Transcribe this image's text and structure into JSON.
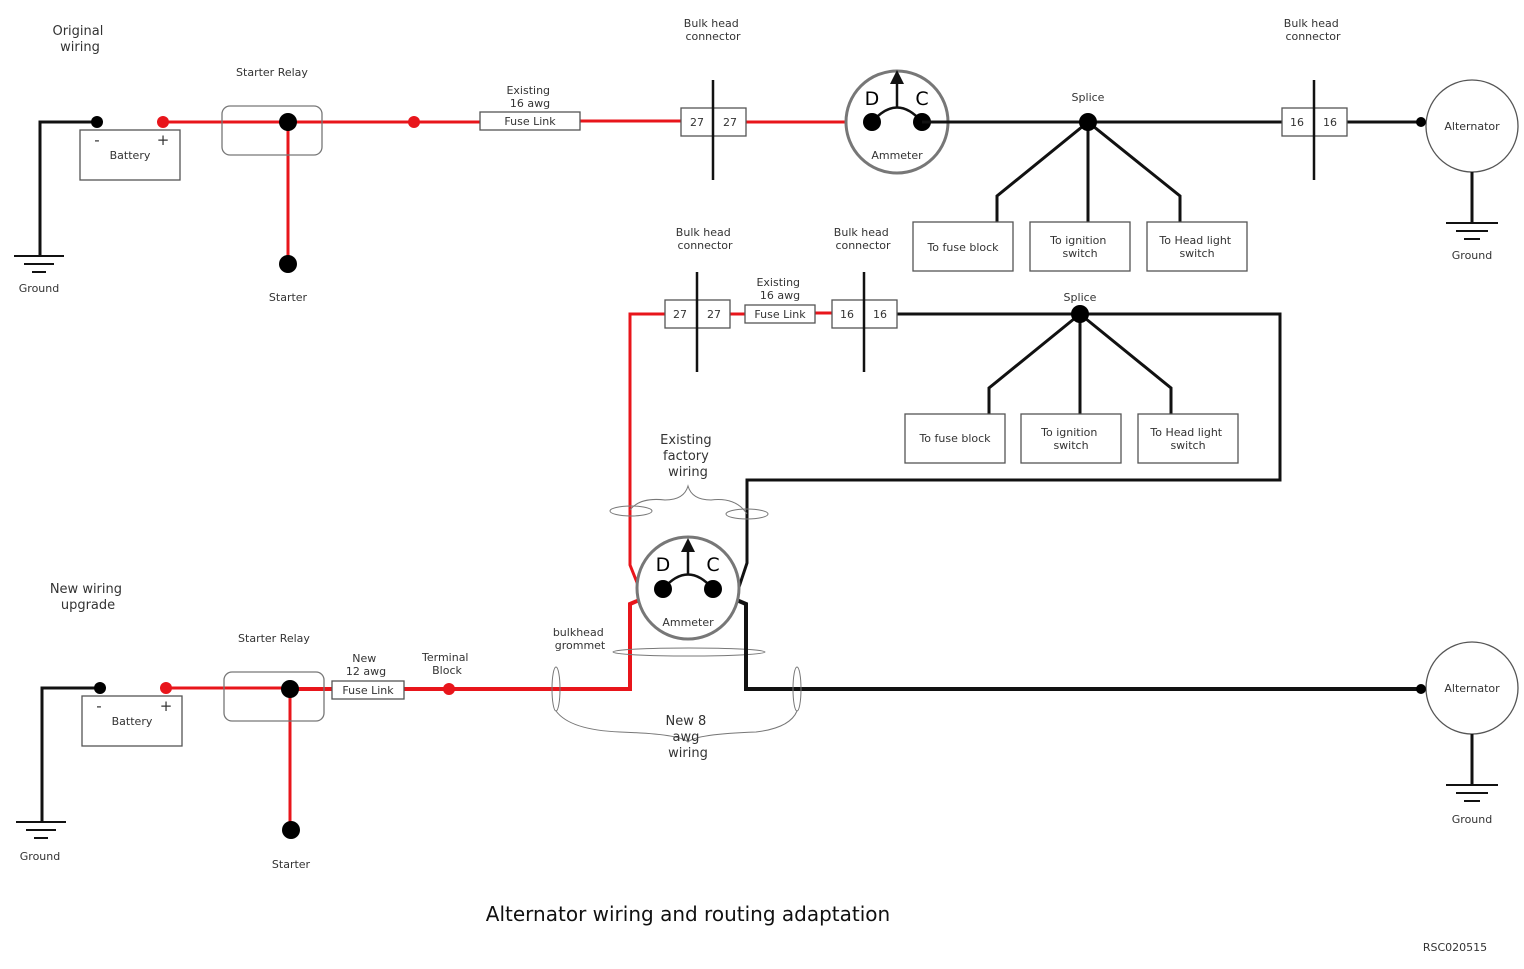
{
  "title": "Alternator wiring and routing adaptation",
  "doc_id": "RSC020515",
  "original": {
    "section_label": [
      "Original",
      "wiring"
    ],
    "battery": {
      "label": "Battery",
      "minus": "-",
      "plus": "+"
    },
    "ground_left": "Ground",
    "starter_relay": "Starter Relay",
    "starter": "Starter",
    "fuse_caption": [
      "Existing",
      "16 awg"
    ],
    "fuse_link": "Fuse Link",
    "bulkhead_1": {
      "caption": [
        "Bulk head",
        "connector"
      ],
      "left": "27",
      "right": "27"
    },
    "ammeter": {
      "d": "D",
      "c": "C",
      "label": "Ammeter"
    },
    "splice": "Splice",
    "bulkhead_2": {
      "caption": [
        "Bulk head",
        "connector"
      ],
      "left": "16",
      "right": "16"
    },
    "alternator": "Alternator",
    "ground_right": "Ground",
    "destinations": [
      [
        "To fuse block"
      ],
      [
        "To ignition",
        "switch"
      ],
      [
        "To Head light",
        "switch"
      ]
    ]
  },
  "upgrade": {
    "bulkhead_1": {
      "caption": [
        "Bulk head",
        "connector"
      ],
      "left": "27",
      "right": "27"
    },
    "fuse_caption": [
      "Existing",
      "16 awg"
    ],
    "fuse_link": "Fuse Link",
    "bulkhead_2": {
      "caption": [
        "Bulk head",
        "connector"
      ],
      "left": "16",
      "right": "16"
    },
    "splice": "Splice",
    "destinations": [
      [
        "To fuse block"
      ],
      [
        "To ignition",
        "switch"
      ],
      [
        "To Head light",
        "switch"
      ]
    ],
    "factory_note": [
      "Existing",
      "factory",
      "wiring"
    ],
    "section_label": [
      "New wiring",
      "upgrade"
    ],
    "ammeter": {
      "d": "D",
      "c": "C",
      "label": "Ammeter"
    },
    "bulkhead_grommet": [
      "bulkhead",
      "grommet"
    ],
    "starter_relay": "Starter Relay",
    "new_fuse_caption": [
      "New",
      "12 awg"
    ],
    "new_fuse_link": "Fuse Link",
    "terminal_block": [
      "Terminal",
      "Block"
    ],
    "battery": {
      "label": "Battery",
      "minus": "-",
      "plus": "+"
    },
    "ground_left": "Ground",
    "starter": "Starter",
    "new_wire_note": [
      "New 8",
      "awg",
      "wiring"
    ],
    "alternator": "Alternator",
    "ground_right": "Ground"
  },
  "colors": {
    "positive_wire": "#e8151b",
    "negative_wire": "#111111",
    "outline": "#555555"
  }
}
